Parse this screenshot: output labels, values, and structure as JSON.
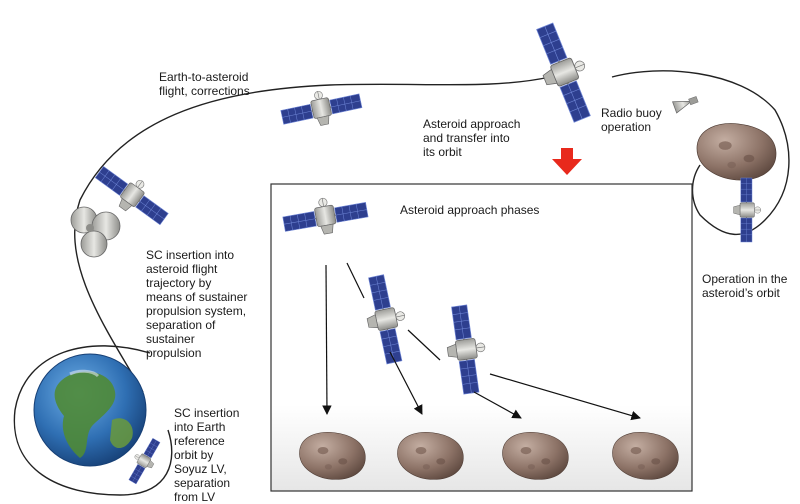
{
  "labels": {
    "flight": "Earth-to-asteroid\nflight, corrections",
    "approach": "Asteroid approach\nand transfer into\nits orbit",
    "buoy": "Radio buoy\noperation",
    "insertion_flight": "SC insertion into\nasteroid flight\ntrajectory by\nmeans of sustainer\npropulsion system,\nseparation of\nsustainer\npropulsion",
    "insertion_earth": "SC insertion\ninto Earth\nreference\norbit by\nSoyuz LV,\nseparation\nfrom LV",
    "orbit_op": "Operation in the\nasteroid’s  orbit",
    "phases_title": "Asteroid approach phases"
  },
  "colors": {
    "arrow": "#e8291c",
    "panel": "#2e3f8f",
    "panel_grid": "#6f86d6",
    "body": "#c8c8c4",
    "asteroid": "#8c7266",
    "earth_ocean": "#2f6fb3",
    "earth_land": "#4f8a36"
  },
  "icons": {
    "spacecraft": "spacecraft-icon",
    "asteroid": "asteroid-icon",
    "earth": "earth-icon",
    "buoy": "radio-buoy-icon",
    "transfer_arrow": "red-down-arrow-icon"
  }
}
